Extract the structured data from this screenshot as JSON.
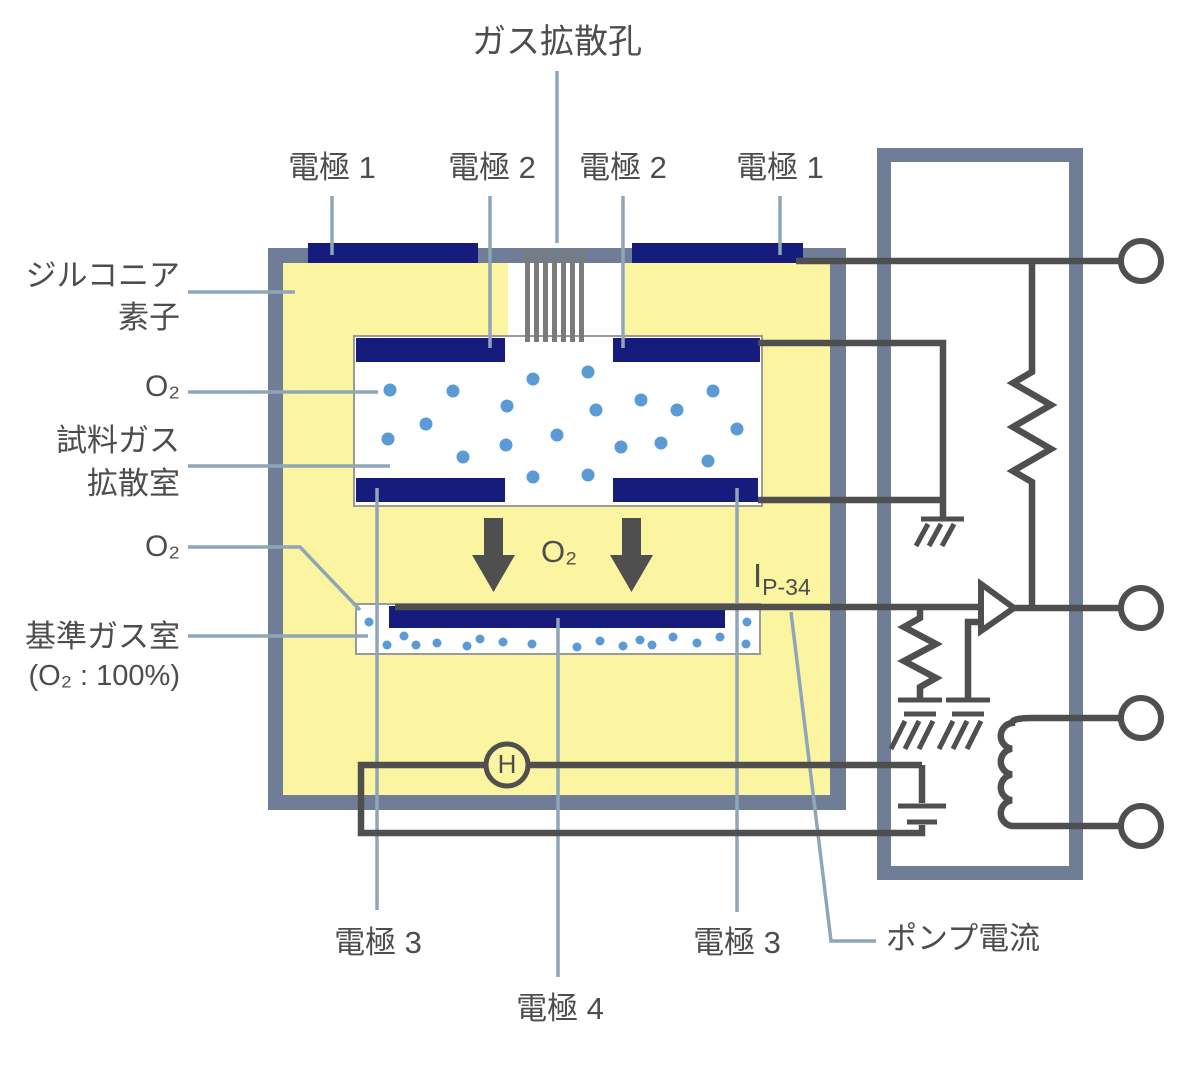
{
  "colors": {
    "navy": "#151c7c",
    "yellow": "#fbf5a2",
    "frame": "#6f7d97",
    "wire": "#4f4f4f",
    "leader": "#8fa6b8",
    "dot": "#5b9bd5",
    "hatch": "#7b7b7b",
    "text": "#4d4d4d"
  },
  "labels": {
    "gas_diffusion_hole": "ガス拡散孔",
    "electrode1": "電極 1",
    "electrode2": "電極 2",
    "electrode3": "電極 3",
    "electrode4": "電極 4",
    "zirconia_line1": "ジルコニア",
    "zirconia_line2": "素子",
    "o2": "O₂",
    "sample_gas_line1": "試料ガス",
    "sample_gas_line2": "拡散室",
    "reference_chamber": "基準ガス室",
    "reference_concentration": "(O₂ : 100%)",
    "o2_flow": "O₂",
    "pump_current_symbol": "I",
    "pump_current_subscript": "P-34",
    "heater_symbol": "H",
    "pump_current": "ポンプ電流"
  }
}
